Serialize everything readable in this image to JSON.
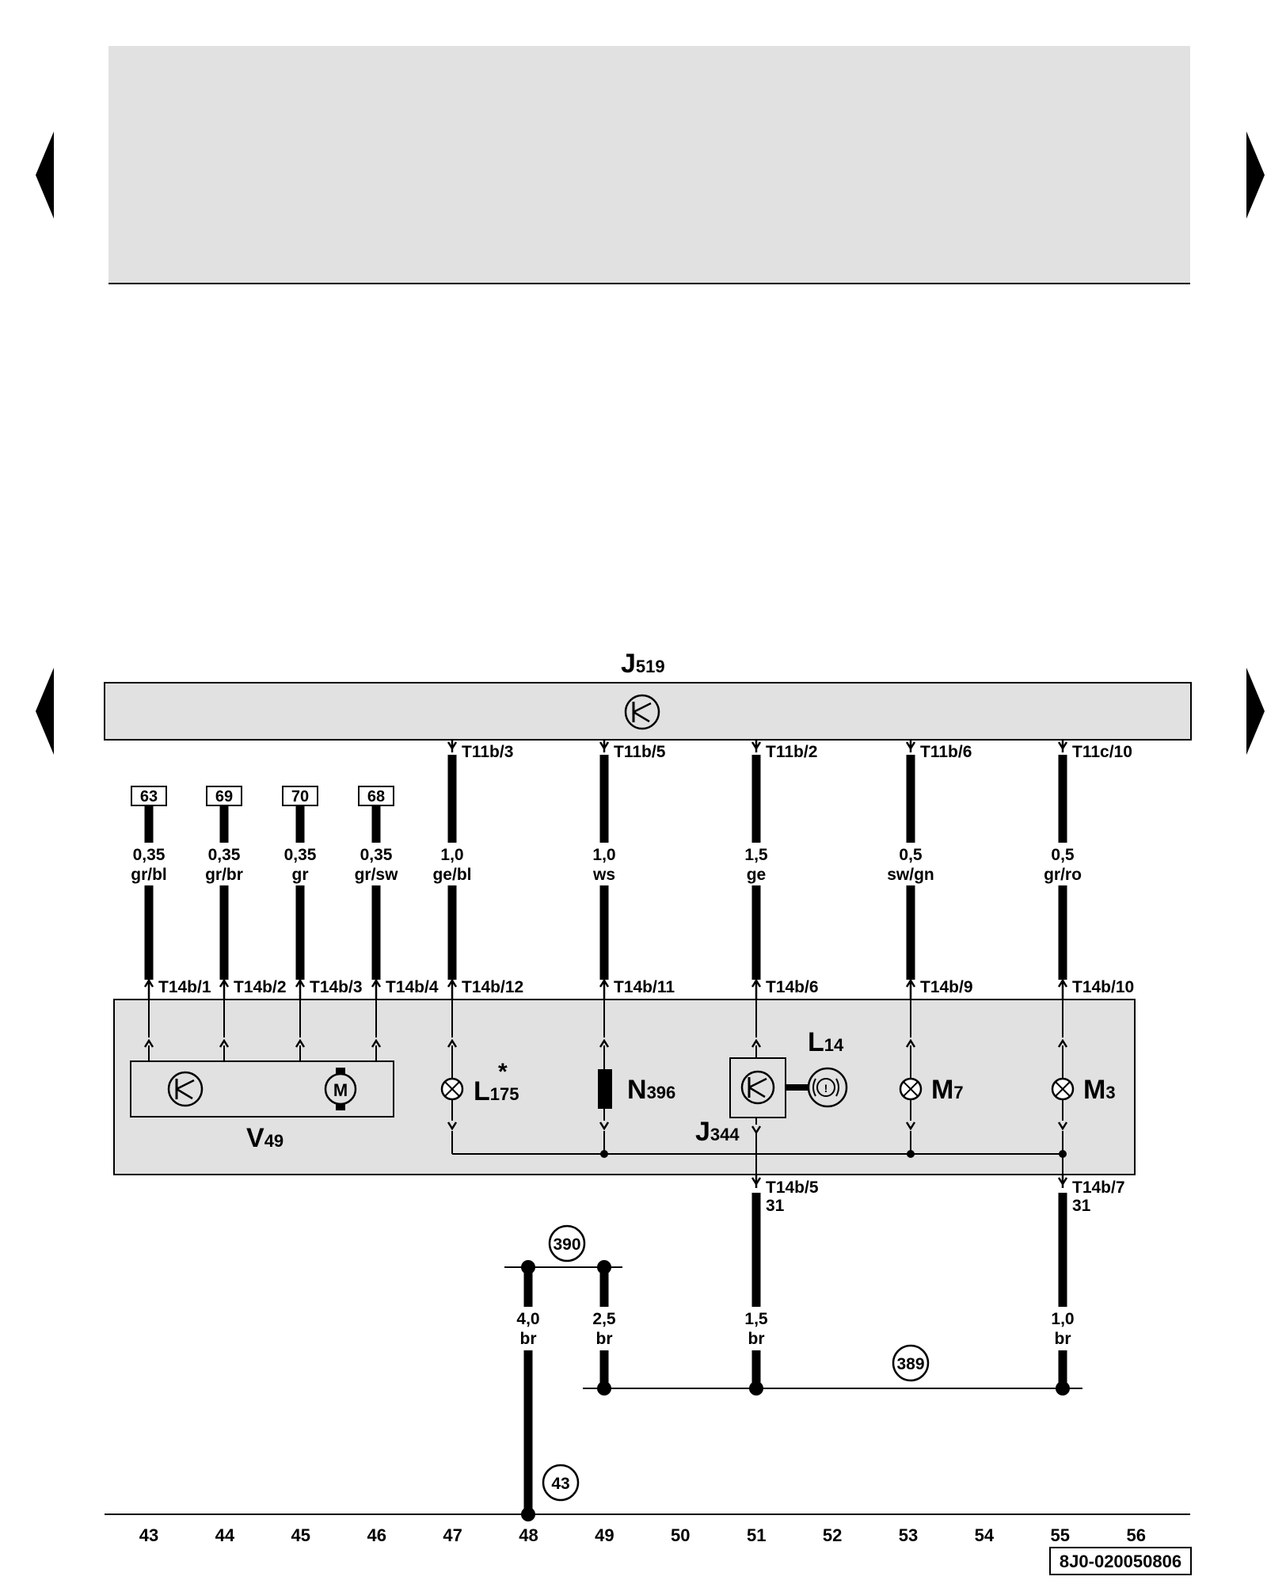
{
  "control_unit": {
    "name": "J",
    "sub": "519"
  },
  "top_connectors": [
    "T11b/3",
    "T11b/5",
    "T11b/2",
    "T11b/6",
    "T11c/10"
  ],
  "ref_boxes": [
    "63",
    "69",
    "70",
    "68"
  ],
  "wires": [
    {
      "size": "0,35",
      "color": "gr/bl"
    },
    {
      "size": "0,35",
      "color": "gr/br"
    },
    {
      "size": "0,35",
      "color": "gr"
    },
    {
      "size": "0,35",
      "color": "gr/sw"
    },
    {
      "size": "1,0",
      "color": "ge/bl"
    },
    {
      "size": "1,0",
      "color": "ws"
    },
    {
      "size": "1,5",
      "color": "ge"
    },
    {
      "size": "0,5",
      "color": "sw/gn"
    },
    {
      "size": "0,5",
      "color": "gr/ro"
    }
  ],
  "mid_connectors": [
    "T14b/1",
    "T14b/2",
    "T14b/3",
    "T14b/4",
    "T14b/12",
    "T14b/11",
    "T14b/6",
    "T14b/9",
    "T14b/10"
  ],
  "components": {
    "v49": {
      "name": "V",
      "sub": "49"
    },
    "l175": {
      "name": "L",
      "sub": "175",
      "mark": "*"
    },
    "n396": {
      "name": "N",
      "sub": "396"
    },
    "j344": {
      "name": "J",
      "sub": "344"
    },
    "l14": {
      "name": "L",
      "sub": "14"
    },
    "m7": {
      "name": "M",
      "sub": "7"
    },
    "m3": {
      "name": "M",
      "sub": "3"
    }
  },
  "ground_connectors": [
    {
      "label": "T14b/5",
      "terminal": "31"
    },
    {
      "label": "T14b/7",
      "terminal": "31"
    }
  ],
  "ground_wires": [
    {
      "size": "4,0",
      "color": "br"
    },
    {
      "size": "2,5",
      "color": "br"
    },
    {
      "size": "1,5",
      "color": "br"
    },
    {
      "size": "1,0",
      "color": "br"
    }
  ],
  "ground_points": [
    "390",
    "389",
    "43"
  ],
  "motor_glyph": "M",
  "grid_numbers": [
    "43",
    "44",
    "45",
    "46",
    "47",
    "48",
    "49",
    "50",
    "51",
    "52",
    "53",
    "54",
    "55",
    "56"
  ],
  "doc_id": "8J0-020050806",
  "colors": {
    "panel": "#e1e1e1",
    "line": "#000000"
  }
}
